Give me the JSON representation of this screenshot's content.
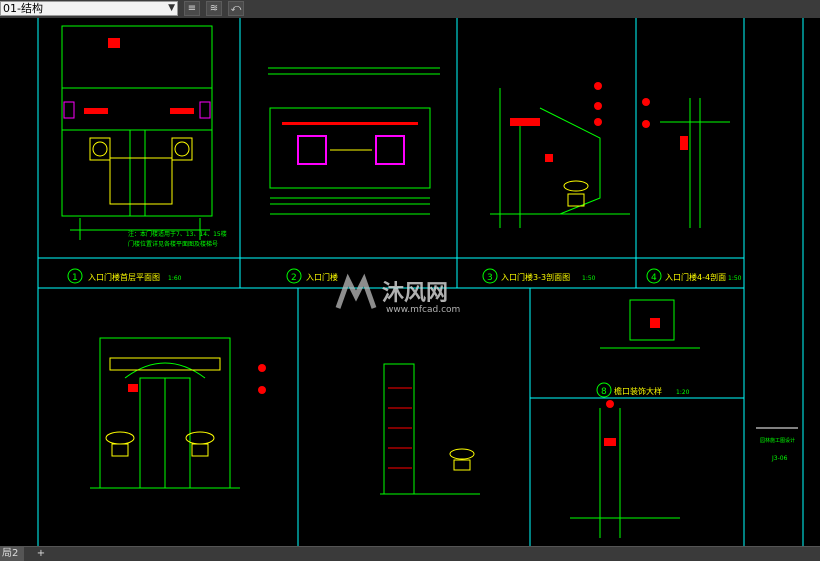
{
  "toolbar": {
    "layer_value": "01-结构",
    "btn_make_current": "≡",
    "btn_match": "≋",
    "btn_previous": "⤺"
  },
  "drawing": {
    "note_line1": "注：本门楼适用于7、13、14、15楼",
    "note_line2": "门楼位置详见各楼平面图及楼梯号",
    "titles": [
      {
        "num": "1",
        "text": "入口门楼首层平面图",
        "scale": "1:60"
      },
      {
        "num": "2",
        "text": "入口门楼",
        "scale": ""
      },
      {
        "num": "3",
        "text": "入口门楼3-3剖面图",
        "scale": "1:50"
      },
      {
        "num": "4",
        "text": "入口门楼4-4剖面",
        "scale": "1:50"
      },
      {
        "num": "8",
        "text": "檐口装饰大样",
        "scale": "1:20"
      }
    ],
    "sheet_label": "J3-06",
    "sheet_title": "园林施工图设计"
  },
  "watermark": {
    "cn": "沐风网",
    "url": "www.mfcad.com"
  },
  "status": {
    "tab_layout": "局2",
    "add_tab": "+"
  },
  "colors": {
    "cyan": "#00ffff",
    "green": "#00ff00",
    "red": "#ff0000",
    "yellow": "#ffff00",
    "magenta": "#ff00ff",
    "white": "#ffffff"
  }
}
